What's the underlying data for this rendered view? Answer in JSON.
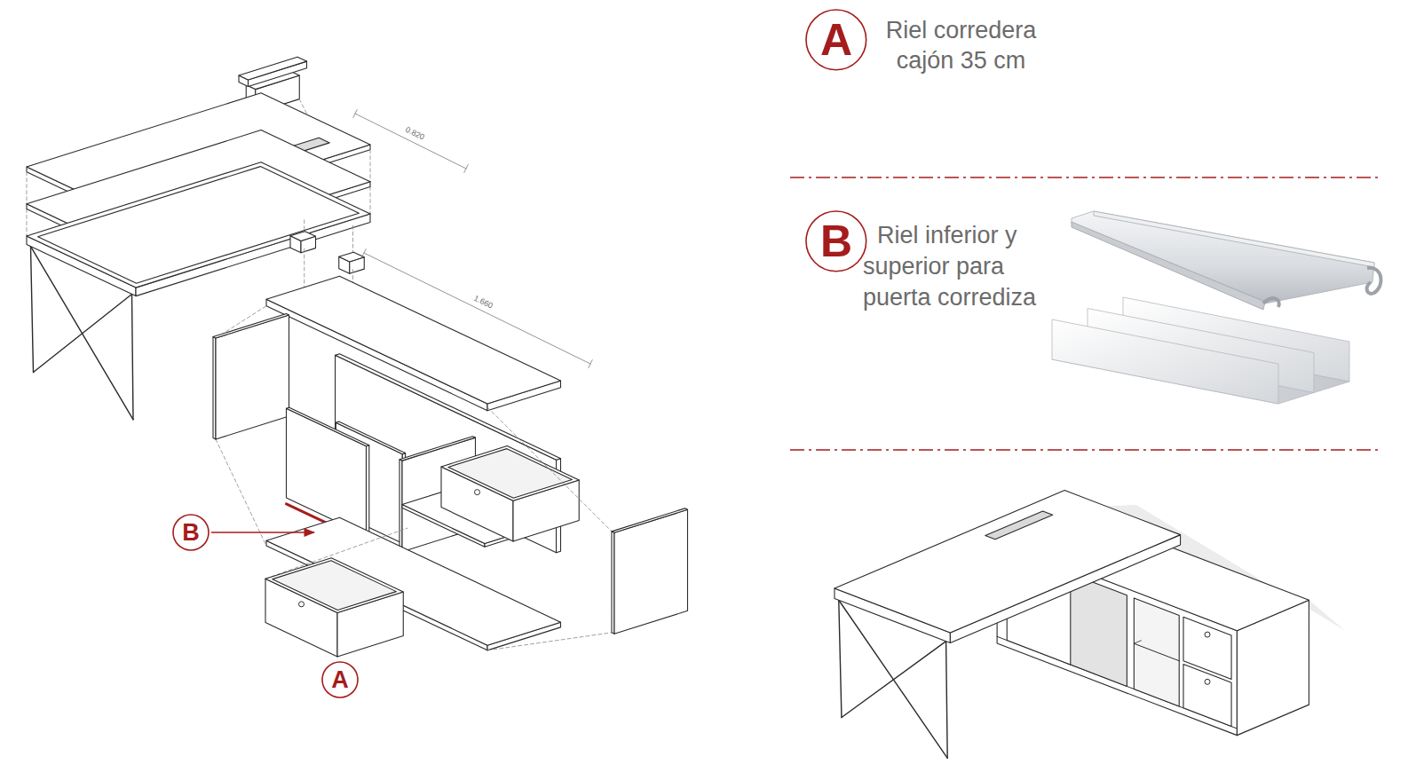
{
  "diagram": {
    "nodes": [
      {
        "text": [
          "A"
        ]
      },
      {
        "text": [
          "B"
        ]
      },
      {
        "text": [
          "B"
        ]
      },
      {
        "text": [
          "A"
        ]
      }
    ],
    "labels": [
      "Riel corredera cajón 35 cm",
      "Riel inferior y superior para puerta corrediza",
      "0.820",
      "1.660"
    ]
  }
}
